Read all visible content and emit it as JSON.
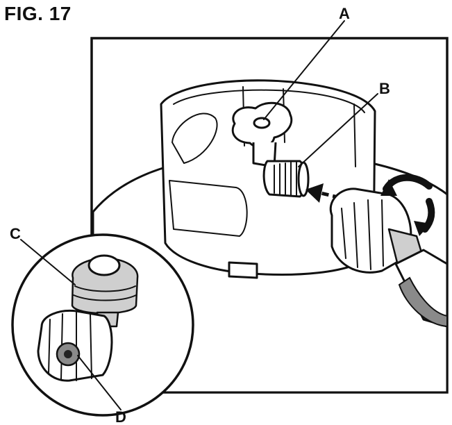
{
  "figure": {
    "title": "FIG. 17"
  },
  "callouts": [
    {
      "id": "a",
      "label": "A"
    },
    {
      "id": "b",
      "label": "B"
    },
    {
      "id": "c",
      "label": "C"
    },
    {
      "id": "d",
      "label": "D"
    }
  ],
  "colors": {
    "line": "#111111",
    "fill_light": "#cfcfcf",
    "fill_dark": "#8a8a8a",
    "background": "#ffffff"
  }
}
